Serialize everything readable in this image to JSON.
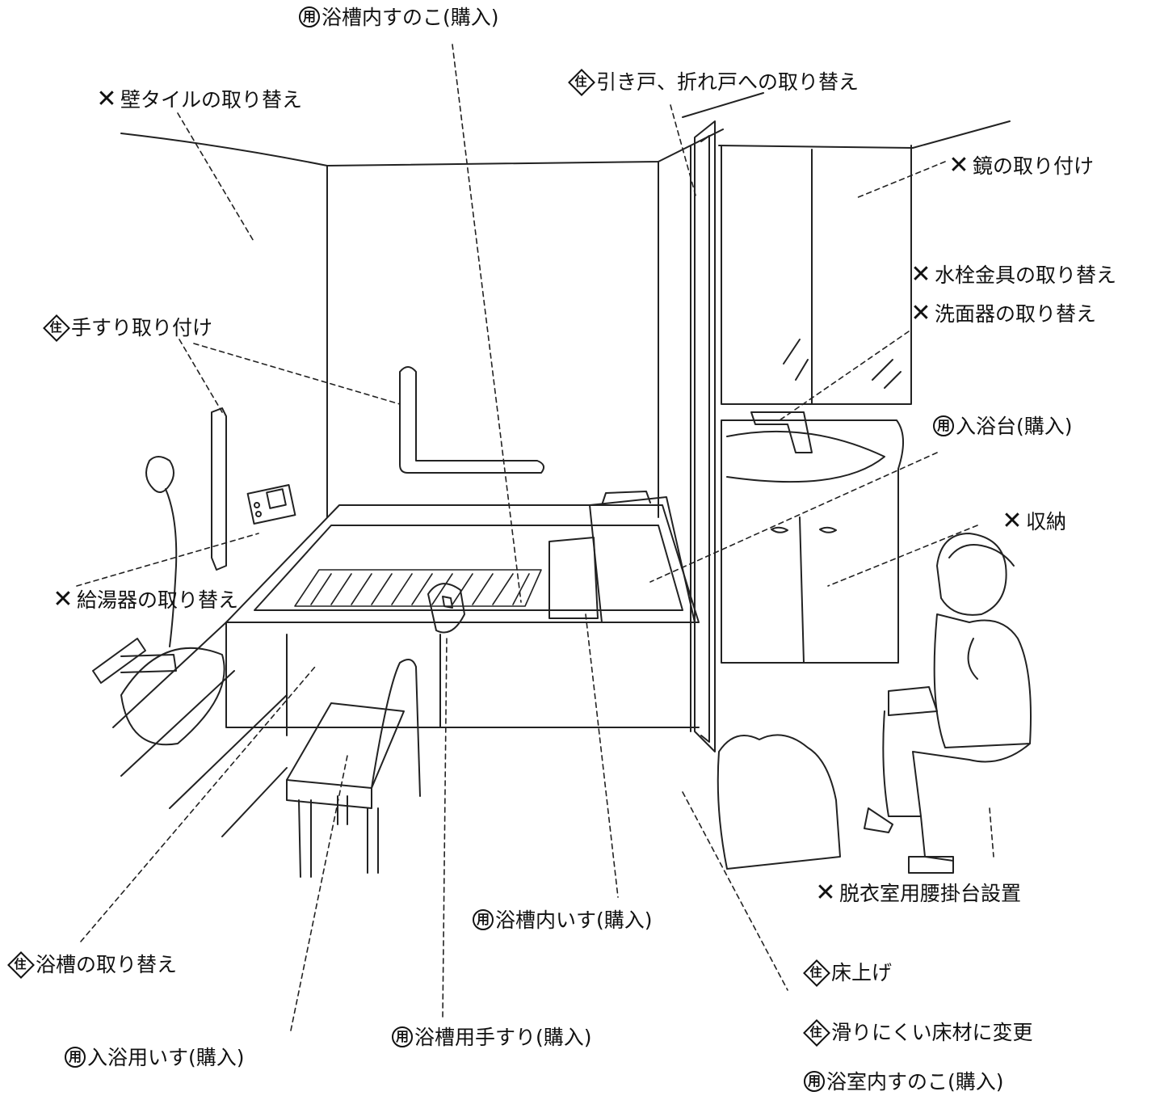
{
  "glyphs": {
    "cross": "✕",
    "rent": "用",
    "home": "住"
  },
  "labels": {
    "bathtub_slatted": "浴槽内すのこ(購入)",
    "door_replace": "引き戸、折れ戸への取り替え",
    "wall_tile": "壁タイルの取り替え",
    "mirror": "鏡の取り付け",
    "faucet": "水栓金具の取り替え",
    "washbasin": "洗面器の取り替え",
    "handrail": "手すり取り付け",
    "bath_board": "入浴台(購入)",
    "storage": "収納",
    "water_heater": "給湯器の取り替え",
    "changing_seat": "脱衣室用腰掛台設置",
    "tub_chair": "浴槽内いす(購入)",
    "tub_replace": "浴槽の取り替え",
    "floor_raise": "床上げ",
    "tub_handrail": "浴槽用手すり(購入)",
    "nonslip_floor": "滑りにくい床材に変更",
    "bath_chair": "入浴用いす(購入)",
    "bathroom_slatted": "浴室内すのこ(購入)"
  }
}
